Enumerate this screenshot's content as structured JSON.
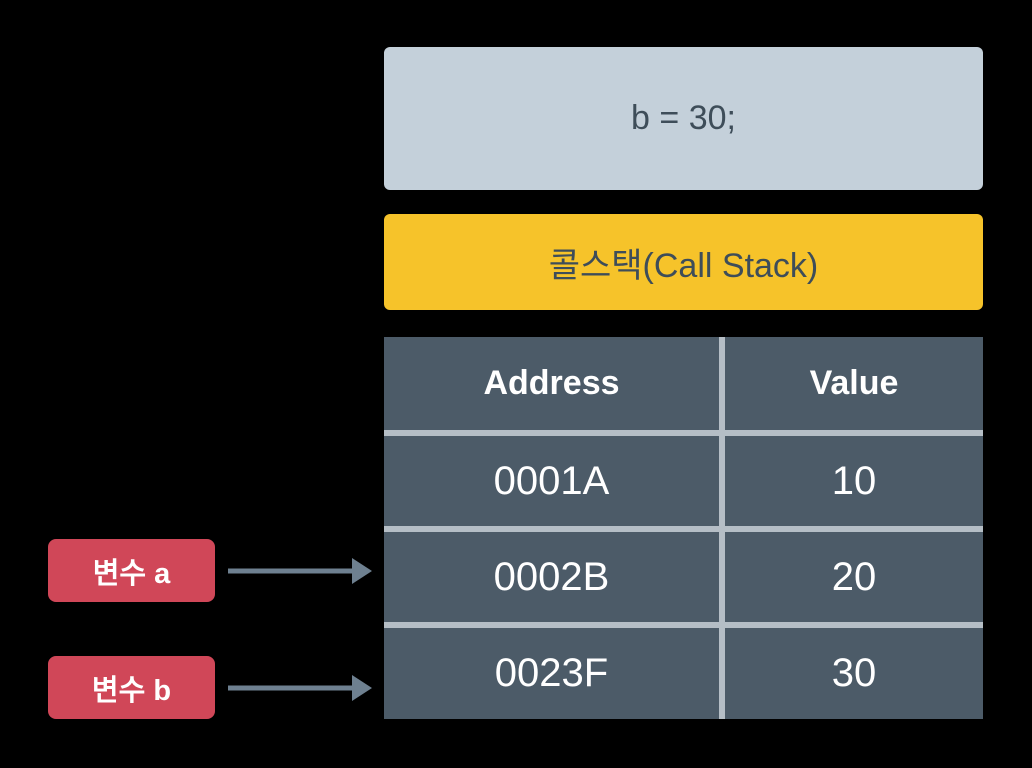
{
  "diagram": {
    "title_semantic": "call-stack-memory-diagram",
    "code_box": {
      "text": "b = 30;"
    },
    "callstack_box": {
      "text": "콜스택(Call Stack)"
    },
    "memory_table": {
      "headers": {
        "address": "Address",
        "value": "Value"
      },
      "rows": [
        {
          "address": "0001A",
          "value": "10"
        },
        {
          "address": "0002B",
          "value": "20"
        },
        {
          "address": "0023F",
          "value": "30"
        }
      ]
    },
    "variable_labels": {
      "a": {
        "text": "변수 a"
      },
      "b": {
        "text": "변수 b"
      }
    },
    "colors": {
      "background": "#000000",
      "code_box_bg": "#c4d0da",
      "callstack_bg": "#f6c32a",
      "table_cell_bg": "#4c5b68",
      "table_divider": "#b5bec6",
      "label_bg": "#d04758",
      "arrow": "#6e8090",
      "dark_text": "#3e4d59",
      "light_text": "#ffffff"
    }
  }
}
